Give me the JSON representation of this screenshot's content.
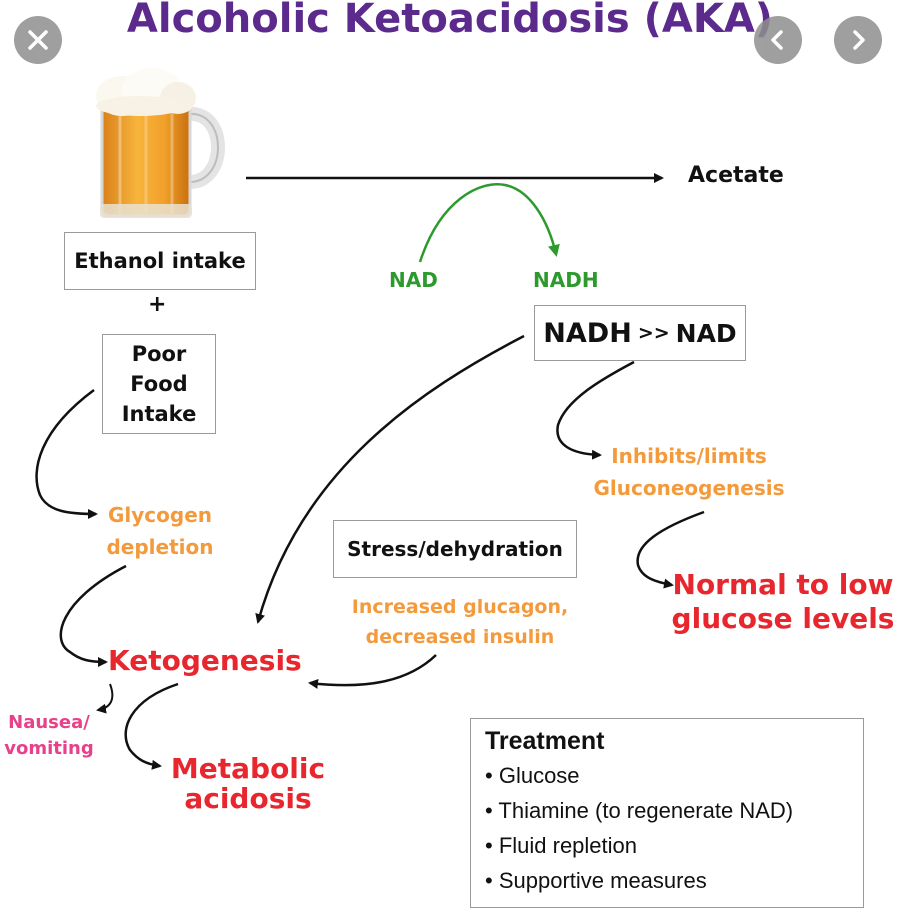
{
  "title": "Alcoholic Ketoacidosis (AKA)",
  "nav": {
    "close_icon": "close-icon",
    "prev_icon": "chevron-left-icon",
    "next_icon": "chevron-right-icon"
  },
  "nodes": {
    "acetate": "Acetate",
    "ethanol_intake": "Ethanol intake",
    "plus": "+",
    "poor_food": [
      "Poor",
      "Food",
      "Intake"
    ],
    "nad": "NAD",
    "nadh": "NADH",
    "nadh_ratio_left": "NADH",
    "nadh_ratio_op": ">>",
    "nadh_ratio_right": "NAD",
    "inhibits_line1": "Inhibits/limits",
    "inhibits_line2": "Gluconeogenesis",
    "glycogen_line1": "Glycogen",
    "glycogen_line2": "depletion",
    "stress": "Stress/dehydration",
    "glucagon_line1": "Increased glucagon,",
    "glucagon_line2": "decreased insulin",
    "normal_line1": "Normal to low",
    "normal_line2": "glucose levels",
    "ketogenesis": "Ketogenesis",
    "nausea_line1": "Nausea/",
    "nausea_line2": "vomiting",
    "metabolic_line1": "Metabolic",
    "metabolic_line2": "acidosis"
  },
  "treatment": {
    "heading": "Treatment",
    "items": [
      "Glucose",
      "Thiamine (to regenerate NAD)",
      "Fluid repletion",
      "Supportive measures"
    ]
  },
  "colors": {
    "title": "#5b2a8c",
    "orange": "#f39a3d",
    "red": "#e8262d",
    "green": "#2e9a2e",
    "pink": "#e8408a"
  },
  "icons": {
    "beer": "beer-mug-icon"
  }
}
